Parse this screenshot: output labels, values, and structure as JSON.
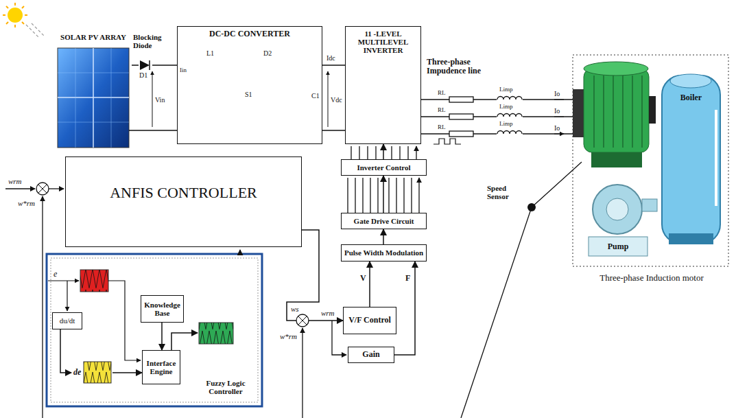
{
  "diagram": {
    "nodes": [
      {
        "text": [
          "SOLAR PV ARRAY"
        ]
      },
      {
        "text": [
          "DC-DC CONVERTER"
        ]
      },
      {
        "text": [
          "11 -LEVEL MULTILEVEL INVERTER"
        ]
      },
      {
        "text": [
          "Inverter Control"
        ]
      },
      {
        "text": [
          "Gate Drive Circuit"
        ]
      },
      {
        "text": [
          "Pulse Width Modulation"
        ]
      },
      {
        "text": [
          "V/F Control"
        ]
      },
      {
        "text": [
          "Gain"
        ]
      },
      {
        "text": [
          "ANFIS CONTROLLER"
        ]
      },
      {
        "text": [
          "du/dt"
        ]
      },
      {
        "text": [
          "de"
        ]
      },
      {
        "text": [
          "Knowledge Base"
        ]
      },
      {
        "text": [
          "Interface Engine"
        ]
      },
      {
        "text": [
          "Fuzzy Logic Controller"
        ]
      },
      {
        "text": [
          "Three-phase Induction motor"
        ]
      },
      {
        "text": [
          "Boiler"
        ],
        "in": 14
      },
      {
        "text": [
          "Pump"
        ],
        "in": 14
      }
    ],
    "edges": [
      {
        "from": 0,
        "to": 1,
        "arrow": "none"
      },
      {
        "from": 1,
        "to": 2,
        "arrow": "none"
      },
      {
        "from": 2,
        "to": 14,
        "arrow": "none"
      },
      {
        "from": 2,
        "to": 14,
        "arrow": "none"
      },
      {
        "from": 2,
        "to": 14,
        "arrow": "none"
      },
      {
        "from": 3,
        "to": 2,
        "arrow": "to"
      },
      {
        "from": 4,
        "to": 3,
        "arrow": "to"
      },
      {
        "from": 5,
        "to": 4,
        "arrow": "to"
      },
      {
        "from": 6,
        "to": 5,
        "arrow": "to",
        "label": "V"
      },
      {
        "from": 7,
        "to": 5,
        "arrow": "to",
        "label": "F"
      },
      {
        "from": 8,
        "to": 6,
        "arrow": "to"
      },
      {
        "from": 9,
        "to": 10,
        "arrow": "to"
      },
      {
        "from": 10,
        "to": 12,
        "arrow": "to"
      },
      {
        "from": 11,
        "to": 12,
        "arrow": "to"
      },
      {
        "from": 12,
        "to": 13,
        "arrow": "to"
      }
    ],
    "labels": [
      "Blocking Diode",
      "D1",
      "Iin",
      "Vin",
      "L1",
      "S1",
      "D2",
      "C1",
      "Idc",
      "Vdc",
      "Three-phase Impudence line",
      "RL",
      "RL",
      "RL",
      "Limp",
      "Limp",
      "Limp",
      "Io",
      "Io",
      "Io",
      "Speed Sensor",
      "wrm",
      "w*rm",
      "e",
      "ws",
      "w*rm",
      "wrm"
    ]
  }
}
